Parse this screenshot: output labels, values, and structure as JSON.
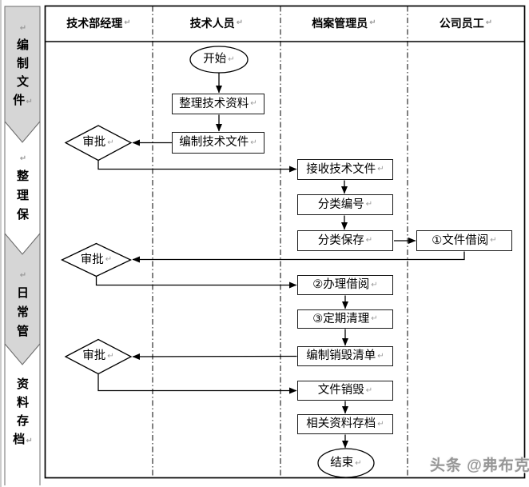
{
  "symbols": {
    "return_mark": "↵"
  },
  "colors": {
    "chevron_fill": "#d6d6d6",
    "chevron_white": "#ffffff",
    "chevron_stroke": "#6e6e6e",
    "line": "#000000",
    "node_fill": "#ffffff",
    "node_border": "#1a1a1a",
    "pilcrow": "#9b9b9b",
    "watermark_text": "#969696",
    "edge_strip": "#cccccc"
  },
  "banner": {
    "segments": [
      {
        "label": "↵编制文件↵",
        "shade": "gray"
      },
      {
        "label": "↵整理保",
        "shade": "white"
      },
      {
        "label": "↵日常管",
        "shade": "gray"
      },
      {
        "label": "资料存档↵",
        "shade": "white"
      }
    ]
  },
  "lanes": [
    {
      "title": "技术部经理"
    },
    {
      "title": "技术人员"
    },
    {
      "title": "档案管理员"
    },
    {
      "title": "公司员工"
    }
  ],
  "nodes": {
    "start": {
      "label": "开始",
      "type": "oval"
    },
    "organize_materials": {
      "label": "整理技术资料",
      "type": "box"
    },
    "compile_documents": {
      "label": "编制技术文件",
      "type": "box"
    },
    "approve_1": {
      "label": "审批",
      "type": "diamond"
    },
    "receive_documents": {
      "label": "接收技术文件",
      "type": "box"
    },
    "classify_number": {
      "label": "分类编号",
      "type": "box"
    },
    "classify_store": {
      "label": "分类保存",
      "type": "box"
    },
    "file_borrow": {
      "label": "①文件借阅",
      "type": "box"
    },
    "approve_2": {
      "label": "审批",
      "type": "diamond"
    },
    "handle_borrow": {
      "label": "②办理借阅",
      "type": "box"
    },
    "periodic_cleanup": {
      "label": "③定期清理",
      "type": "box"
    },
    "destroy_list": {
      "label": "编制销毁清单",
      "type": "box"
    },
    "approve_3": {
      "label": "审批",
      "type": "diamond"
    },
    "destroy_files": {
      "label": "文件销毁",
      "type": "box"
    },
    "archive_materials": {
      "label": "相关资料存档",
      "type": "box"
    },
    "end": {
      "label": "结束",
      "type": "oval"
    }
  },
  "watermark": {
    "text": "头条 @弗布克"
  }
}
